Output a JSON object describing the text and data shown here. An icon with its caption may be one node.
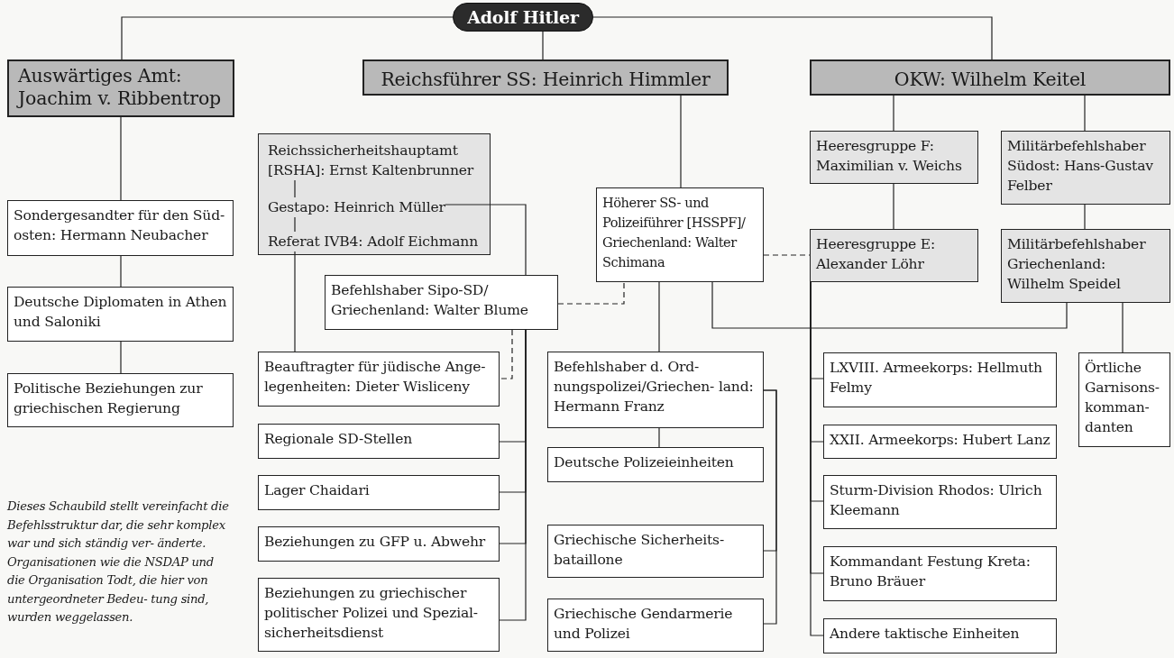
{
  "diagram": {
    "nodes": [
      {
        "text": [
          "Adolf Hitler"
        ]
      },
      {
        "text": [
          "Auswärtiges Amt: Joachim v. Ribbentrop"
        ]
      },
      {
        "text": [
          "Reichsführer SS: Heinrich Himmler"
        ]
      },
      {
        "text": [
          "OKW: Wilhelm  Keitel"
        ]
      },
      {
        "text": [
          "Sondergesandter für den Süd- osten: Hermann Neubacher"
        ]
      },
      {
        "text": [
          "Deutsche Diplomaten in Athen und Saloniki"
        ]
      },
      {
        "text": [
          "Politische Beziehungen zur griechischen Regierung"
        ]
      },
      {
        "text": [],
        "shape": "box"
      },
      {
        "text": [
          "Reichssicherheitshauptamt [RSHA]: Ernst Kaltenbrunner"
        ],
        "in": 7
      },
      {
        "text": [
          "Gestapo: Heinrich Müller"
        ],
        "in": 7
      },
      {
        "text": [
          "Referat IVB4: Adolf Eichmann"
        ],
        "in": 7
      },
      {
        "text": [
          "Höherer SS- und Polizeiführer [HSSPF]/ Griechenland: Walter Schimana"
        ]
      },
      {
        "text": [
          "Heeresgruppe F: Maximilian v. Weichs"
        ]
      },
      {
        "text": [
          "Militärbefehlshaber Südost: Hans-Gustav Felber"
        ]
      },
      {
        "text": [
          "Heeresgruppe E: Alexander Löhr"
        ]
      },
      {
        "text": [
          "Militärbefehlshaber Griechenland: Wilhelm Speidel"
        ]
      },
      {
        "text": [
          "Befehlshaber Sipo-SD/ Griechenland: Walter Blume"
        ]
      },
      {
        "text": [
          "Beauftragter für jüdische Ange- legenheiten: Dieter Wisliceny"
        ]
      },
      {
        "text": [
          "Befehlshaber d. Ord- nungspolizei/Griechen- land: Hermann Franz"
        ]
      },
      {
        "text": [
          "LXVIII. Armeekorps: Hellmuth Felmy"
        ]
      },
      {
        "text": [
          "Örtliche Garnisons- komman- danten"
        ]
      },
      {
        "text": [
          "Regionale SD-Stellen"
        ]
      },
      {
        "text": [
          "Deutsche Polizeieinheiten"
        ]
      },
      {
        "text": [
          "XXII. Armeekorps: Hubert Lanz"
        ]
      },
      {
        "text": [
          "Lager Chaidari"
        ]
      },
      {
        "text": [
          "Sturm-Division Rhodos: Ulrich Kleemann"
        ]
      },
      {
        "text": [
          "Beziehungen zu GFP u. Abwehr"
        ]
      },
      {
        "text": [
          "Griechische Sicherheits- bataillone"
        ]
      },
      {
        "text": [
          "Kommandant Festung Kreta: Bruno Bräuer"
        ]
      },
      {
        "text": [
          "Beziehungen zu griechischer politischer Polizei und Spezial- sicherheitsdienst"
        ]
      },
      {
        "text": [
          "Griechische Gendarmerie und Polizei"
        ]
      },
      {
        "text": [
          "Andere taktische Einheiten"
        ]
      }
    ],
    "edges": [
      {
        "from": 0,
        "to": 1,
        "arrow": "none"
      },
      {
        "from": 0,
        "to": 2,
        "arrow": "none"
      },
      {
        "from": 0,
        "to": 3,
        "arrow": "none"
      },
      {
        "from": 1,
        "to": 4,
        "arrow": "none"
      },
      {
        "from": 4,
        "to": 5,
        "arrow": "none"
      },
      {
        "from": 5,
        "to": 6,
        "arrow": "none"
      },
      {
        "from": 8,
        "to": 9,
        "arrow": "none"
      },
      {
        "from": 9,
        "to": 10,
        "arrow": "none"
      },
      {
        "from": 2,
        "to": 11,
        "arrow": "none"
      },
      {
        "from": 3,
        "to": 12,
        "arrow": "none"
      },
      {
        "from": 3,
        "to": 13,
        "arrow": "none"
      },
      {
        "from": 12,
        "to": 14,
        "arrow": "none"
      },
      {
        "from": 13,
        "to": 15,
        "arrow": "none"
      },
      {
        "from": 9,
        "to": 16,
        "arrow": "none"
      },
      {
        "from": 10,
        "to": 17,
        "arrow": "none"
      },
      {
        "from": 16,
        "to": 17,
        "arrow": "none",
        "style": "dashed"
      },
      {
        "from": 16,
        "to": 11,
        "arrow": "none",
        "style": "dashed"
      },
      {
        "from": 11,
        "to": 14,
        "arrow": "none",
        "style": "dashed"
      },
      {
        "from": 11,
        "to": 18,
        "arrow": "none"
      },
      {
        "from": 11,
        "to": 15,
        "arrow": "none"
      },
      {
        "from": 15,
        "to": 20,
        "arrow": "none"
      },
      {
        "from": 16,
        "to": 21,
        "arrow": "none"
      },
      {
        "from": 16,
        "to": 24,
        "arrow": "none"
      },
      {
        "from": 16,
        "to": 26,
        "arrow": "none"
      },
      {
        "from": 16,
        "to": 29,
        "arrow": "none"
      },
      {
        "from": 14,
        "to": 19,
        "arrow": "none"
      },
      {
        "from": 14,
        "to": 23,
        "arrow": "none"
      },
      {
        "from": 14,
        "to": 25,
        "arrow": "none"
      },
      {
        "from": 14,
        "to": 28,
        "arrow": "none"
      },
      {
        "from": 14,
        "to": 31,
        "arrow": "none"
      },
      {
        "from": 18,
        "to": 22,
        "arrow": "none"
      },
      {
        "from": 18,
        "to": 27,
        "arrow": "none"
      },
      {
        "from": 18,
        "to": 30,
        "arrow": "none"
      }
    ],
    "labels": [
      "Dieses Schaubild stellt vereinfacht die Befehlsstruktur dar, die sehr komplex war und sich ständig ver- änderte. Organisationen wie die NSDAP und die Organisation Todt, die hier von untergeordneter Bedeu- tung sind, wurden weggelassen."
    ]
  }
}
